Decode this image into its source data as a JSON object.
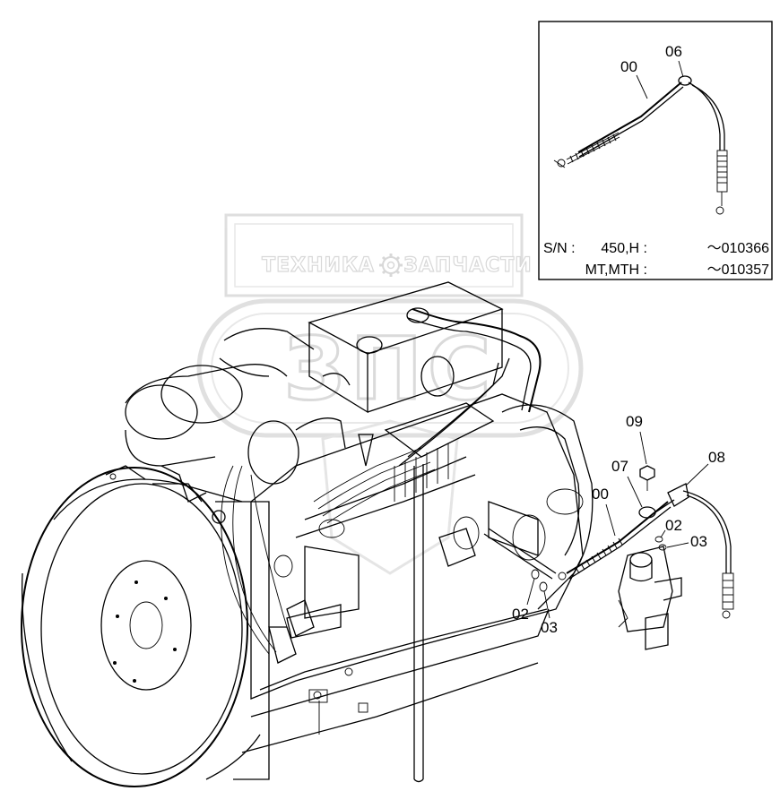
{
  "watermark": {
    "left_text": "ТЕХНИКА",
    "right_text": "ЗАПЧАСТИ",
    "logo_text": "ЗПС"
  },
  "inset": {
    "callouts": [
      "00",
      "06"
    ],
    "serial_rows": [
      {
        "key": "S/N :",
        "model": "450,H :",
        "range": "～010366"
      },
      {
        "key": "",
        "model": "MT,MTH :",
        "range": "～010357"
      }
    ]
  },
  "callouts": {
    "c09": "09",
    "c08": "08",
    "c07": "07",
    "c00": "00",
    "c02_right": "02",
    "c03_right": "03",
    "c02_left": "02",
    "c03_left": "03"
  },
  "icons": [
    "gear-icon",
    "engine-drawing",
    "throttle-cable",
    "injection-pump-bracket"
  ]
}
